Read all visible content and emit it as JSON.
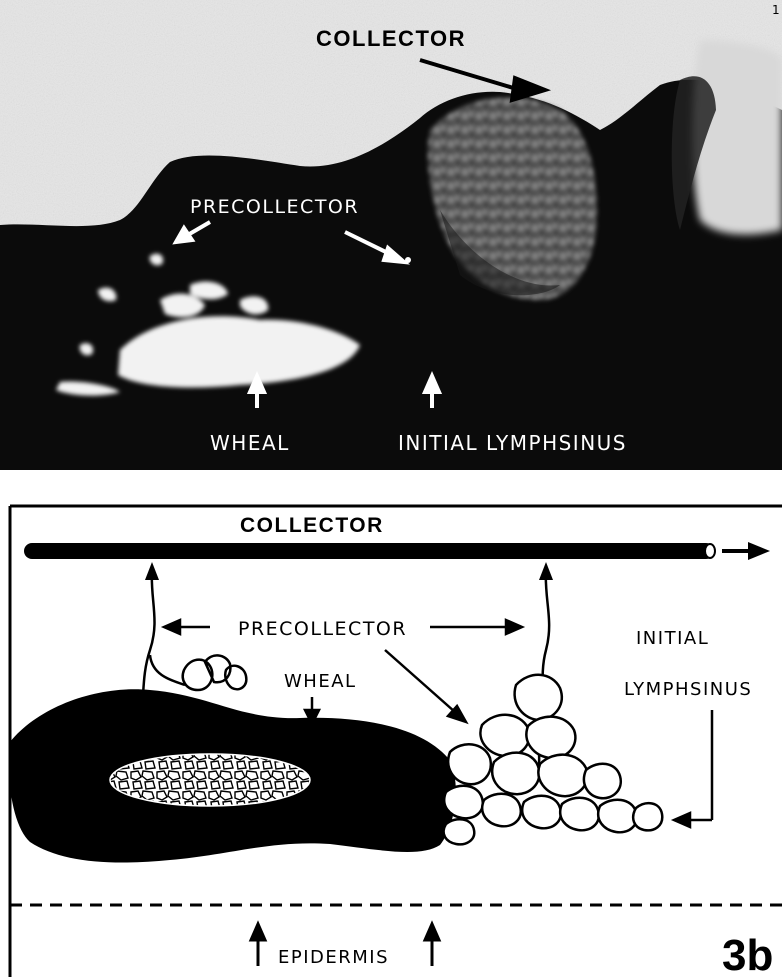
{
  "figure_number_top": "1",
  "photo_panel": {
    "labels": {
      "collector": "COLLECTOR",
      "precollector": "PRECOLLECTOR",
      "wheal": "WHEAL",
      "initial_lymphsinus": "INITIAL LYMPHSINUS"
    }
  },
  "diagram_panel": {
    "labels": {
      "collector": "COLLECTOR",
      "precollector": "PRECOLLECTOR",
      "wheal": "WHEAL",
      "initial": "INITIAL",
      "lymphsinus": "LYMPHSINUS",
      "epidermis": "EPIDERMIS",
      "panel_id": "3b"
    }
  },
  "colors": {
    "photo_dark": "#0a0a0a",
    "photo_light": "#e6e6e6",
    "ink": "#000000",
    "paper": "#ffffff"
  }
}
